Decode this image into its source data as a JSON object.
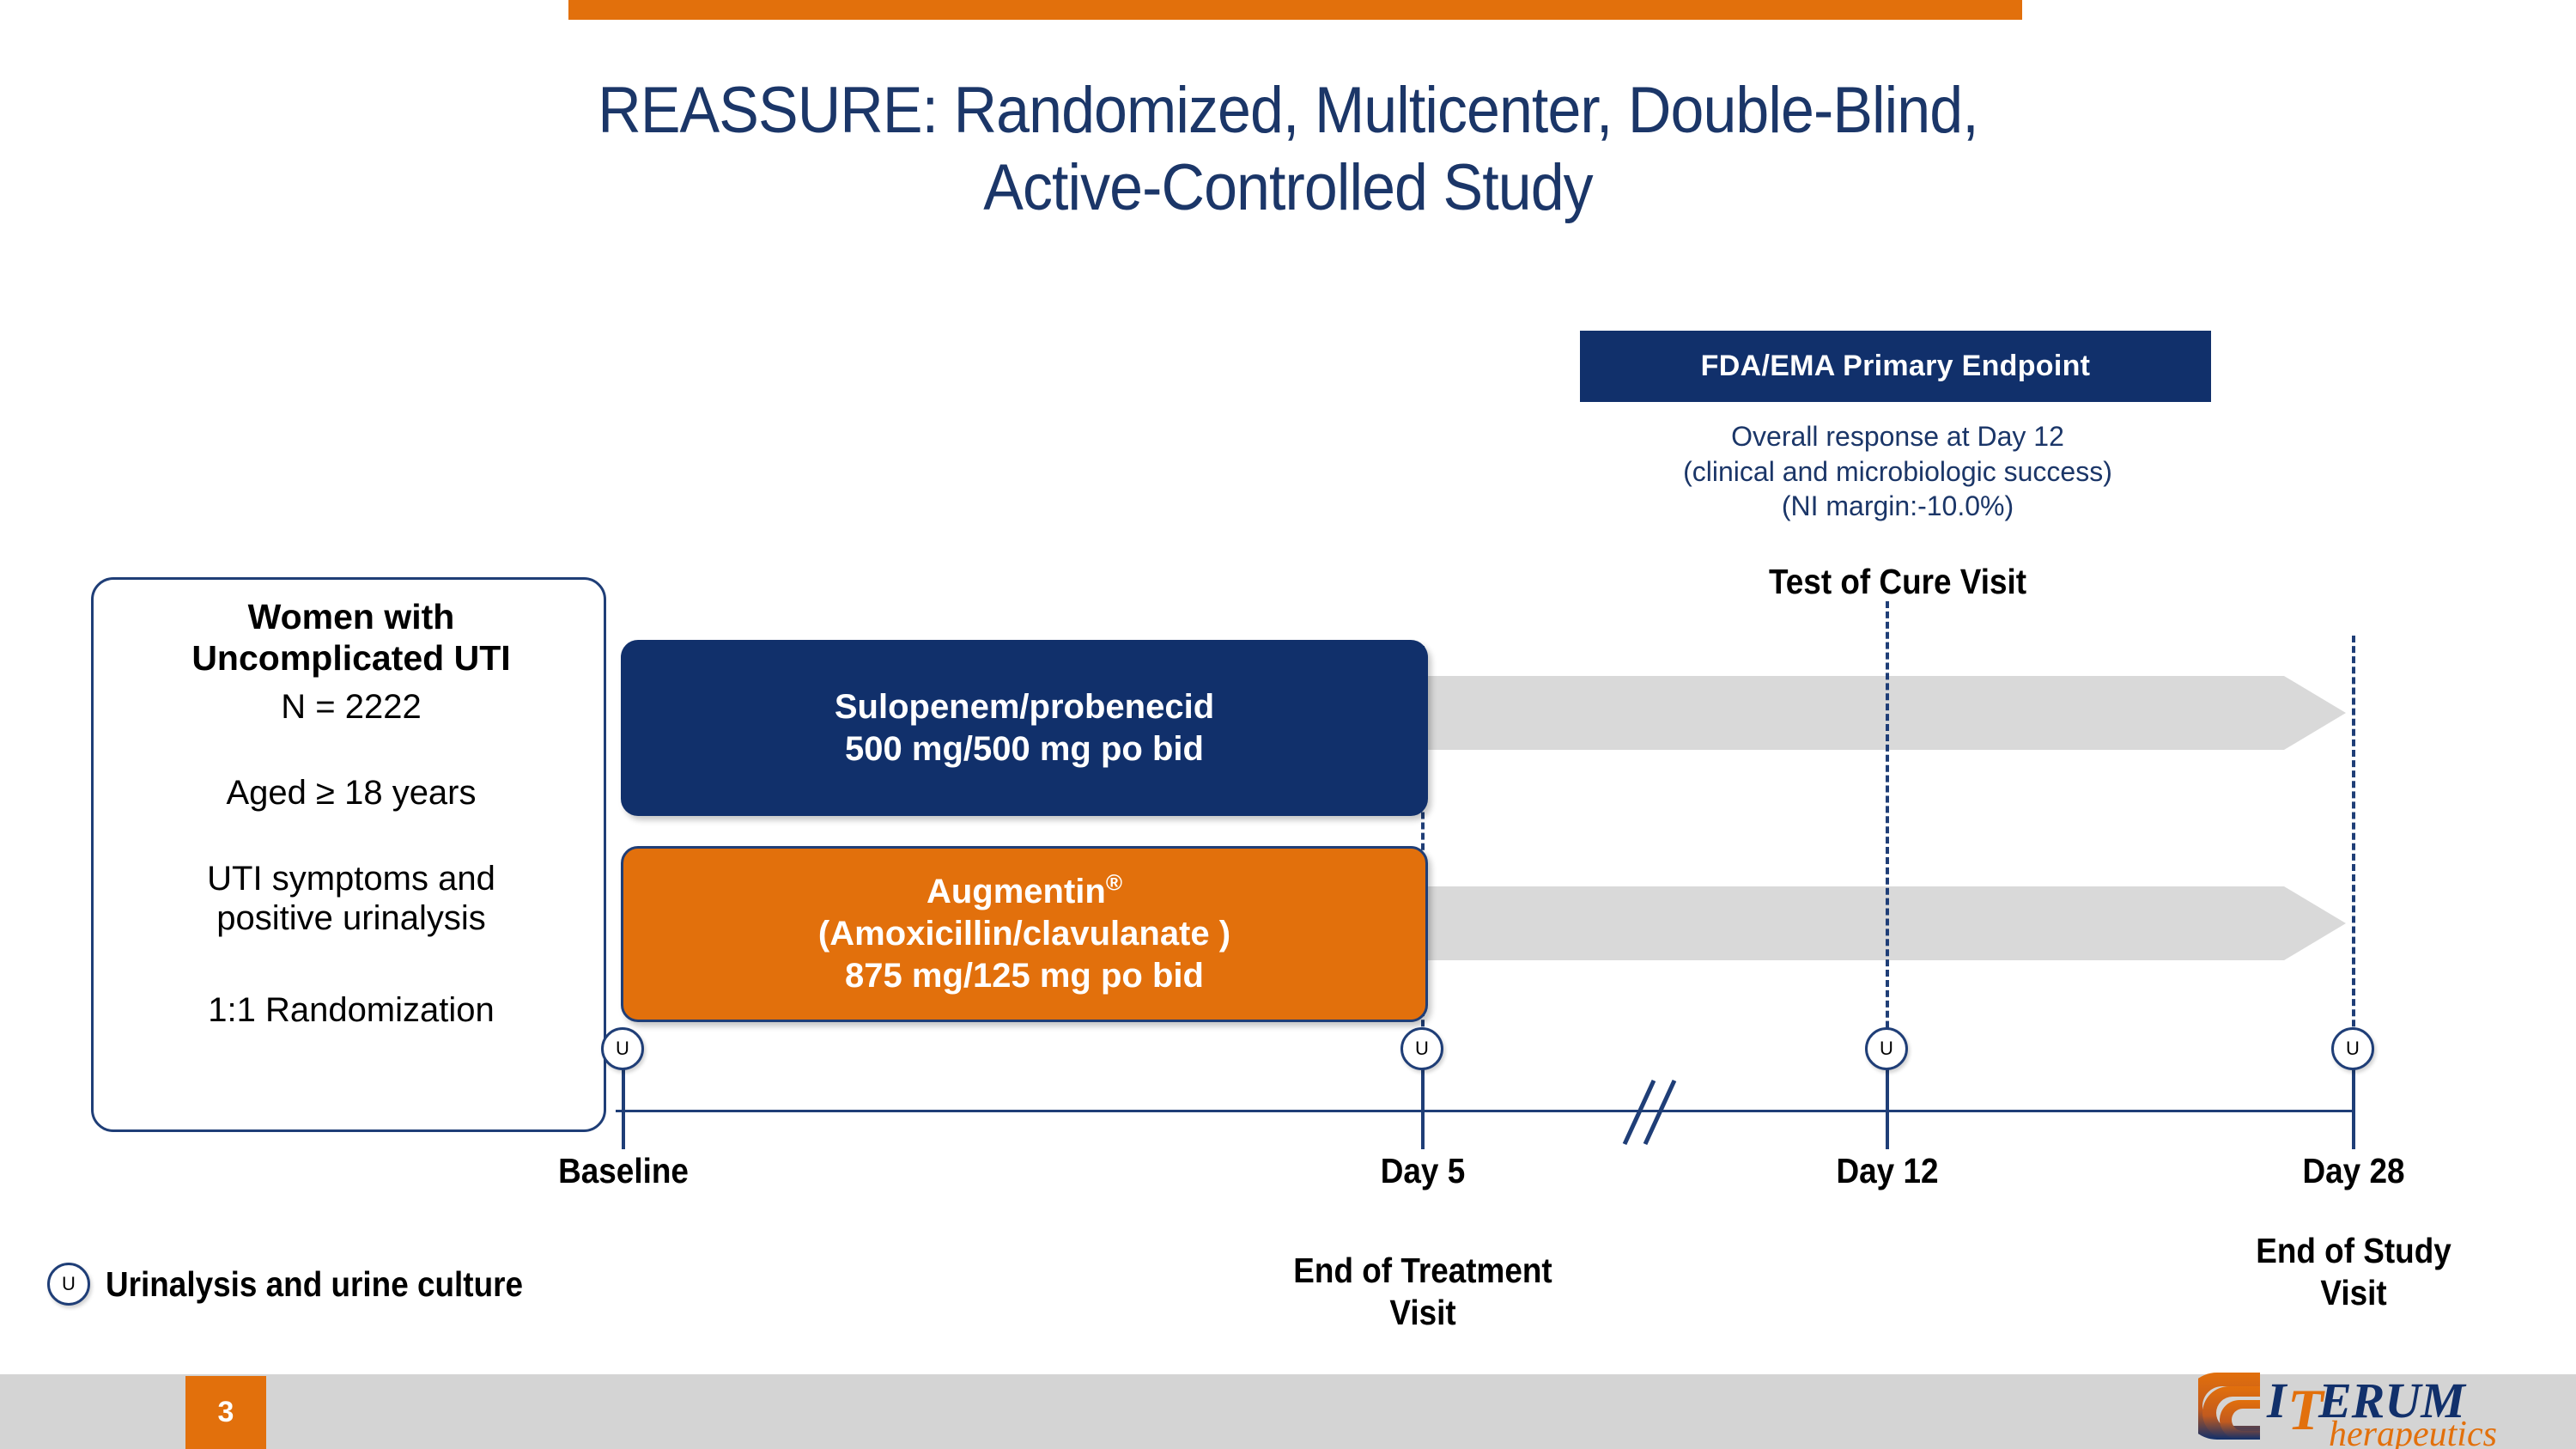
{
  "slide": {
    "title": "REASSURE: Randomized, Multicenter, Double-Blind,\nActive-Controlled Study",
    "page_number": "3",
    "accent_orange": "#E2700C",
    "accent_navy": "#11306B",
    "border_navy": "#1F3E77",
    "followup_gray": "#D9D9D9",
    "footer_gray": "#D4D4D4"
  },
  "endpoint": {
    "header": "FDA/EMA Primary Endpoint",
    "detail": "Overall response at Day 12\n(clinical and microbiologic success)\n(NI margin:-10.0%)",
    "visit_label": "Test of Cure Visit"
  },
  "population": {
    "heading": "Women with\nUncomplicated UTI",
    "n": "N = 2222",
    "age": "Aged ≥ 18 years",
    "symptoms": "UTI symptoms and\npositive urinalysis",
    "randomization": "1:1 Randomization"
  },
  "arms": [
    {
      "id": "sulopenem",
      "name": "Sulopenem/probenecid",
      "dose": "500 mg/500 mg po bid",
      "color": "#11306B",
      "text_color": "#ffffff"
    },
    {
      "id": "augmentin",
      "name": "Augmentin",
      "trademark": "®",
      "generic": "(Amoxicillin/clavulanate )",
      "dose": "875 mg/125 mg po bid",
      "color": "#E2700C",
      "text_color": "#ffffff"
    }
  ],
  "timeline": {
    "marker_glyph": "U",
    "visits": [
      {
        "id": "baseline",
        "day_label": "Baseline",
        "visit_label": "",
        "has_urine_marker": true
      },
      {
        "id": "day5",
        "day_label": "Day 5",
        "visit_label": "End of Treatment\nVisit",
        "has_urine_marker": true
      },
      {
        "id": "day12",
        "day_label": "Day 12",
        "visit_label": "",
        "has_urine_marker": true
      },
      {
        "id": "day28",
        "day_label": "Day 28",
        "visit_label": "End of Study\nVisit",
        "has_urine_marker": true
      }
    ],
    "axis_break": true
  },
  "legend": {
    "marker_glyph": "U",
    "text": "Urinalysis and urine culture"
  },
  "logo": {
    "mark": "iterum-swoosh",
    "word_i": "I",
    "word_t": "T",
    "word_erum": "ERUM",
    "word_therapeutics": "herapeutics",
    "navy": "#11306B",
    "orange": "#E2700C"
  }
}
